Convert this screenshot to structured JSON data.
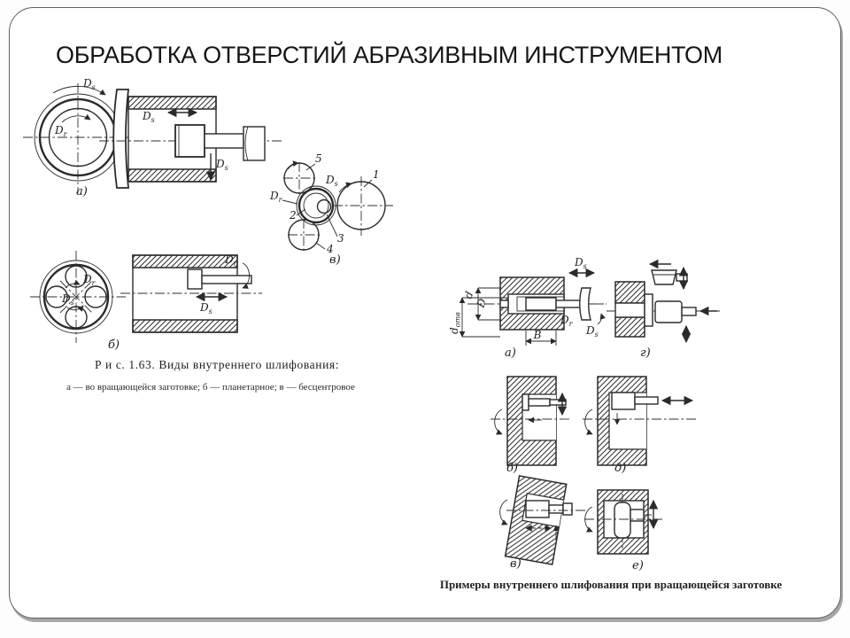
{
  "slide": {
    "title": "ОБРАБОТКА ОТВЕРСТИЙ АБРАЗИВНЫМ ИНСТРУМЕНТОМ"
  },
  "sym": {
    "D": "D",
    "d": "d",
    "s": "s",
    "r": "r",
    "B": "B",
    "otv": "отв"
  },
  "fig163": {
    "caption_title": "Р и с. 1.63. Виды внутреннего шлифования:",
    "caption_sub": "а — во вращающейся заготовке; б — планетарное; в — бесцентровое",
    "labels": {
      "part_a": "а)",
      "part_b": "б)",
      "part_v": "в)",
      "n1": "1",
      "n2": "2",
      "n3": "3",
      "n4": "4",
      "n5": "5"
    }
  },
  "fig_examples": {
    "caption": "Примеры внутреннего шлифования при вращающейся заготовке",
    "labels": {
      "part_a": "а)",
      "part_g": "г)",
      "part_b": "б)",
      "part_d": "д)",
      "part_v": "в)",
      "part_e": "е)"
    }
  }
}
